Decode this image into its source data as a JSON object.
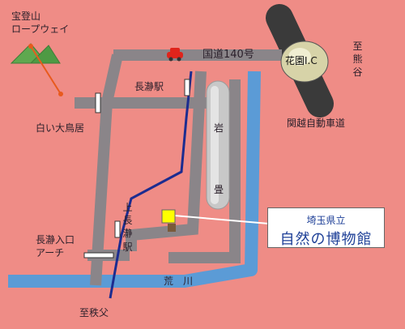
{
  "labels": {
    "ropeway_line1": "宝登山",
    "ropeway_line2": "ロープウェイ",
    "route140": "国道140号",
    "ic": "花園I.C",
    "to_kumagaya": "至熊谷",
    "nagatoro_station": "長瀞駅",
    "shiroi_torii": "白い大鳥居",
    "expressway": "関越自動車道",
    "iwadatami": "岩畳",
    "kami_nagatoro": "上長瀞駅",
    "arch_line1": "長瀞入口",
    "arch_line2": "アーチ",
    "arakawa": "荒　川",
    "to_chichibu": "至秩父",
    "museum_line1": "埼玉県立",
    "museum_line2": "自然の博物館"
  },
  "colors": {
    "background": "#ef8c86",
    "road": "#8a8589",
    "river": "#5b9bd6",
    "railway": "#1c2c90",
    "museum_marker": "#ffff00",
    "mountain": "#5fa84f",
    "expressway": "#3a3a3a"
  },
  "icons": [
    "mountain-icon",
    "car-icon",
    "torii-icon",
    "arch-icon"
  ]
}
